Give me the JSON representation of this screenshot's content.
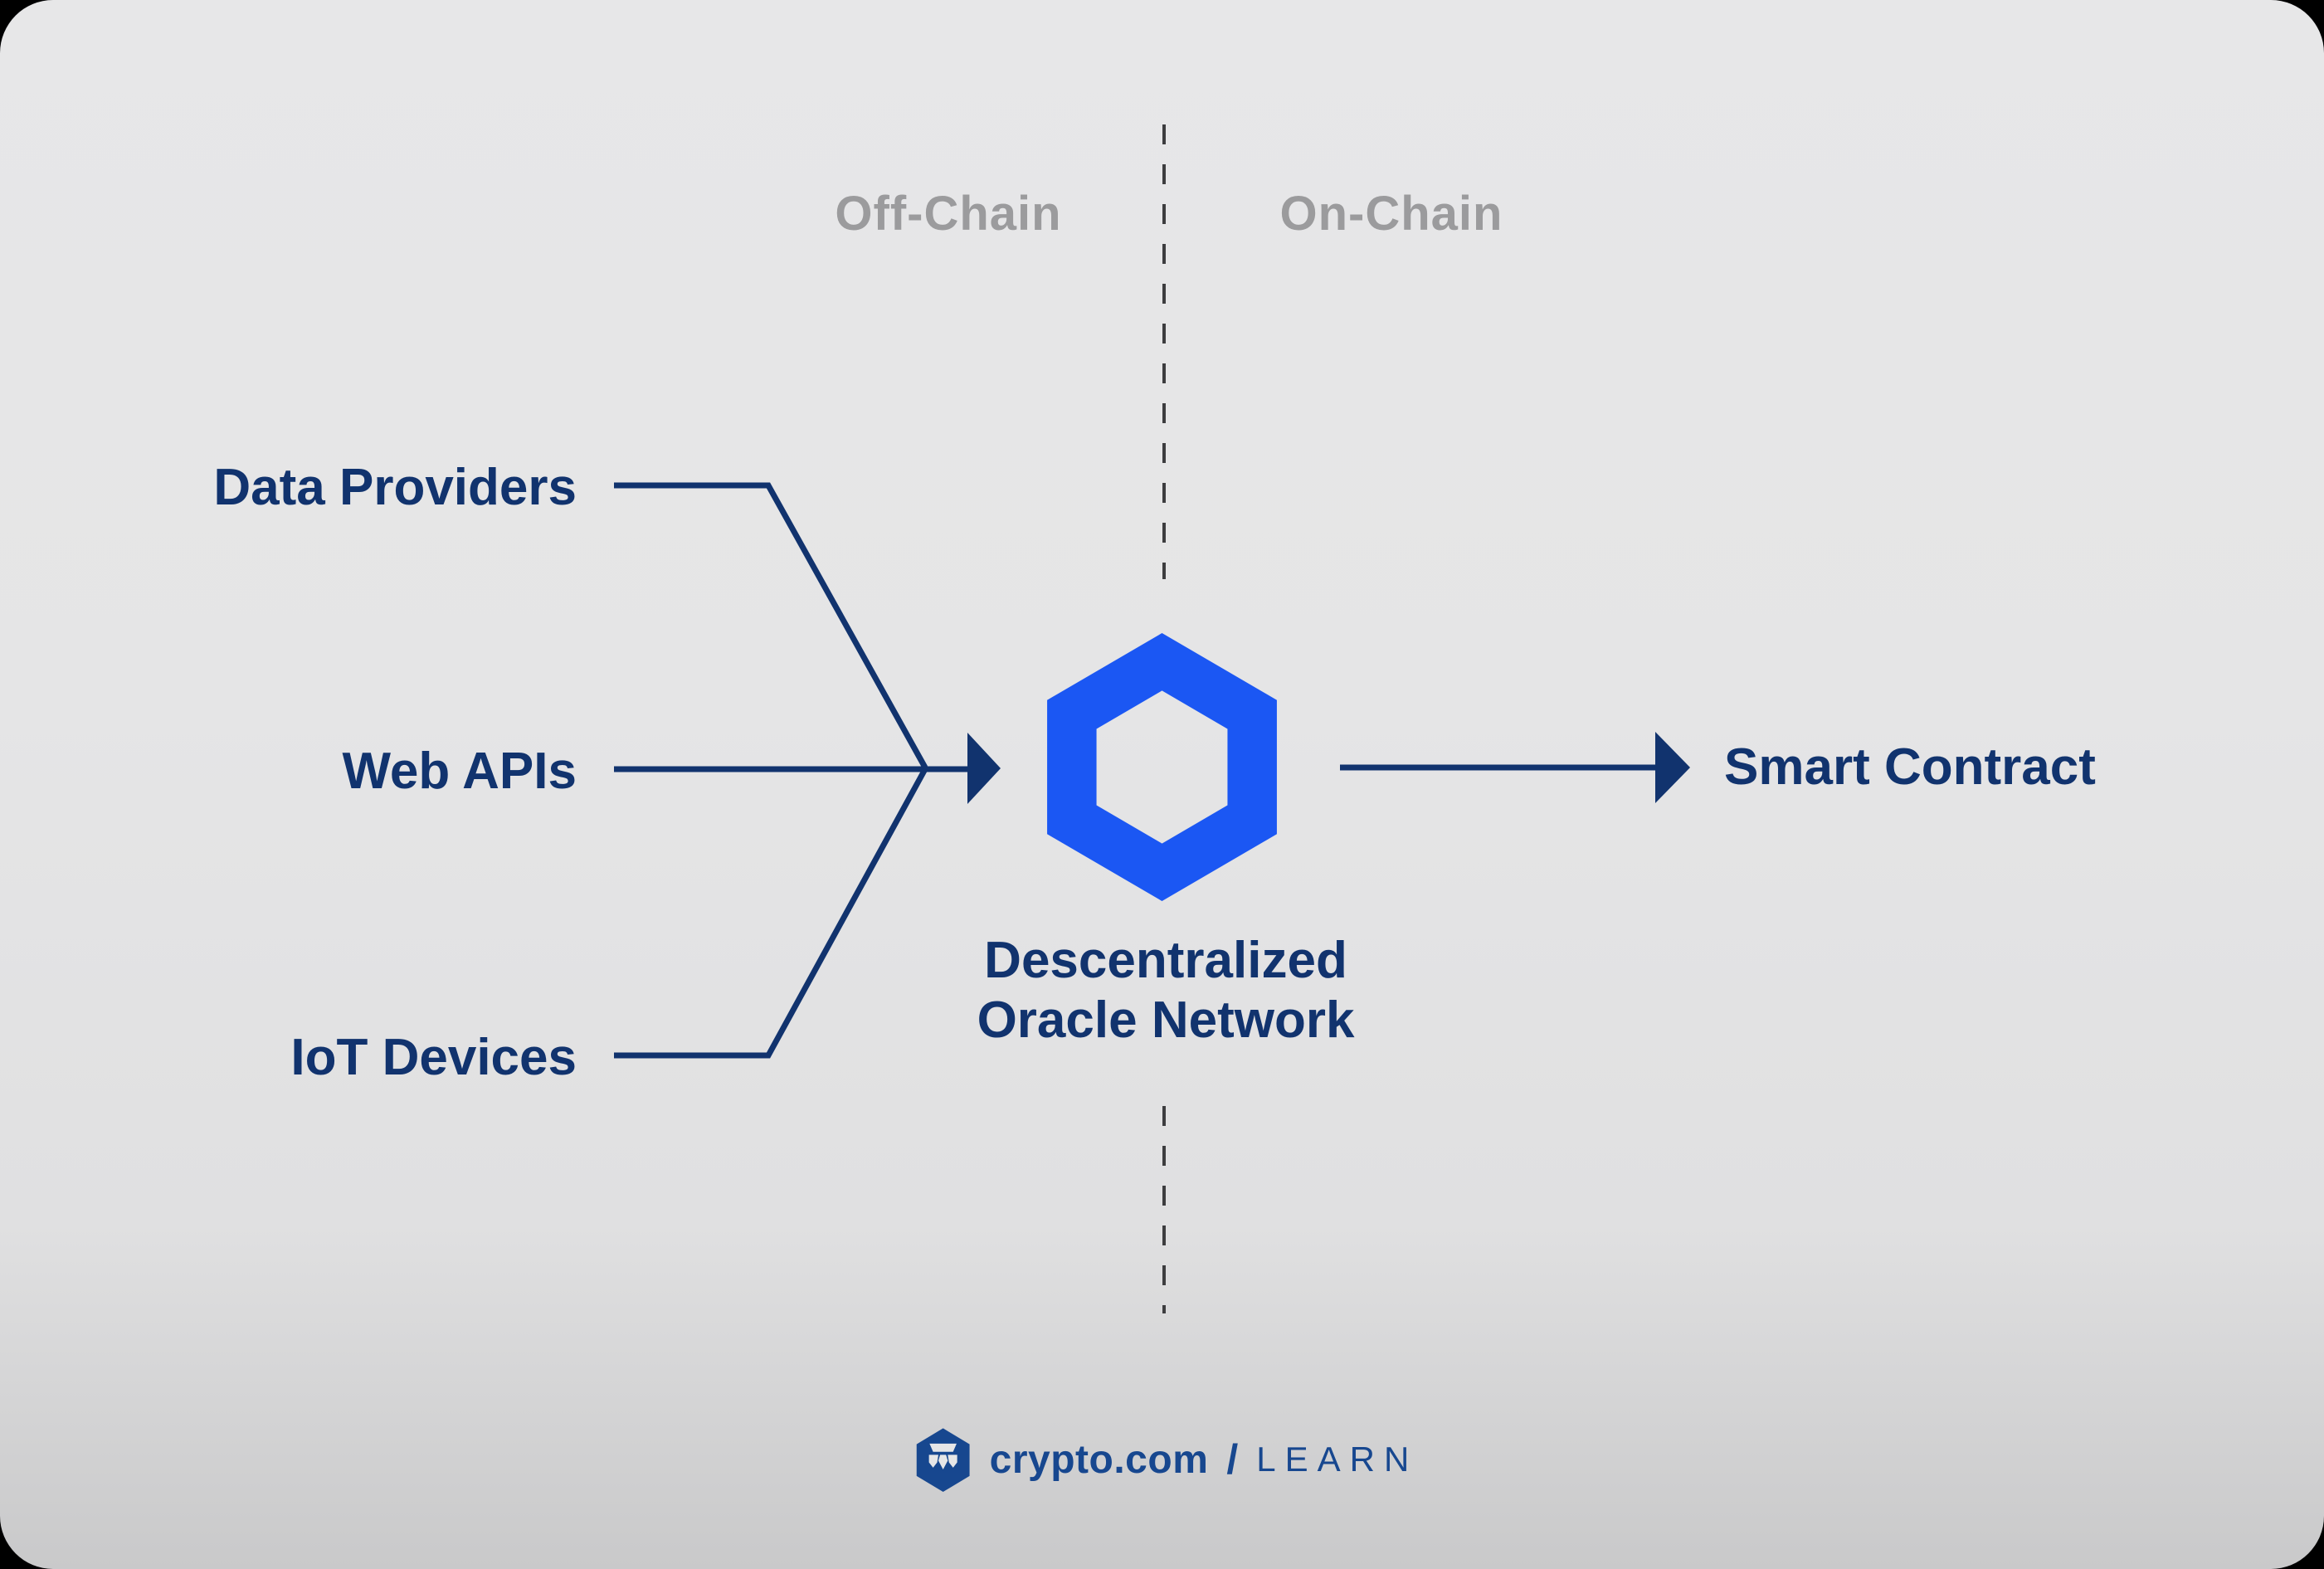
{
  "zones": {
    "offchain_label": "Off-Chain",
    "onchain_label": "On-Chain"
  },
  "sources": [
    {
      "label": "Data Providers"
    },
    {
      "label": "Web APIs"
    },
    {
      "label": "IoT Devices"
    }
  ],
  "oracle": {
    "icon": "chainlink-hexagon-icon",
    "caption_line1": "Descentralized",
    "caption_line2": "Oracle Network"
  },
  "destination": {
    "label": "Smart Contract"
  },
  "footer": {
    "icon": "crypto-com-shield-icon",
    "brand": "crypto.com",
    "separator": "/",
    "section": "LEARN"
  },
  "colors": {
    "panel_background": "#e6e6e7",
    "panel_background_bottom": "#c9c9ca",
    "outer_background": "#000000",
    "zone_label_gray": "#9b9b9d",
    "dashed_divider": "#3d3d3f",
    "diagram_navy": "#11336e",
    "chainlink_blue": "#1b57f3",
    "brand_navy": "#17478f"
  }
}
